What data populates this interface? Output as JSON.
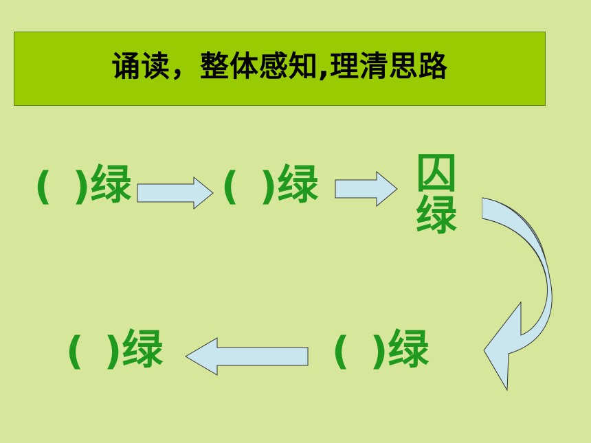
{
  "slide": {
    "title": "诵读，整体感知,理清思路",
    "top_row": [
      {
        "open": "(",
        "close": ")",
        "char": "绿"
      },
      {
        "open": "(",
        "close": ")",
        "char": "绿"
      }
    ],
    "vertical_label": {
      "line1": "囚",
      "line2": "绿"
    },
    "bottom_row": [
      {
        "open": "(",
        "close": ")",
        "char": "绿"
      },
      {
        "open": "(",
        "close": ")",
        "char": "绿"
      }
    ]
  },
  "colors": {
    "background": "#d6e69b",
    "title_fill": "#99cc00",
    "text_green": "#1f9a1f",
    "arrow_fill": "#c9e6ee",
    "curved_arrow_shadow": "#8eaab0"
  },
  "icons": [
    "right-arrow-icon",
    "right-arrow-icon",
    "curved-down-arrow-icon",
    "left-arrow-icon"
  ]
}
